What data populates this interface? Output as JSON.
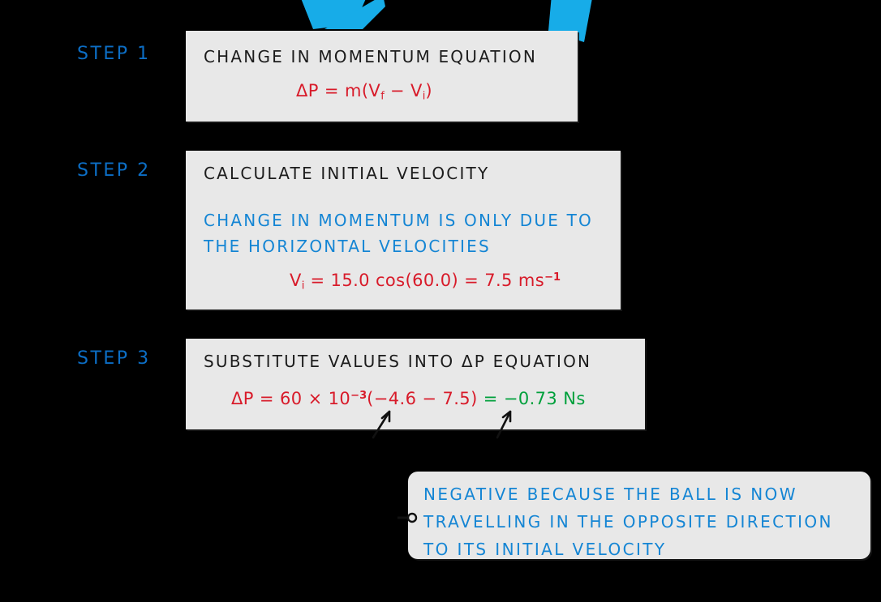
{
  "background_color": "#000000",
  "panel_color": "#e8e8e8",
  "accent_colors": {
    "step_label_blue": "#0c6ec5",
    "note_blue": "#1485d4",
    "equation_red": "#d81b2a",
    "answer_green": "#00a03c",
    "decor_blue": "#17ace8"
  },
  "steps": [
    {
      "label": "STEP  1",
      "title": "CHANGE  IN  MOMENTUM  EQUATION",
      "equation": {
        "prefix": "ΔP = m(V",
        "sub1": "f",
        "mid": " − V",
        "sub2": "i",
        "suffix": ")"
      }
    },
    {
      "label": "STEP  2",
      "title": "CALCULATE  INITIAL  VELOCITY",
      "note_lines": [
        "CHANGE  IN  MOMENTUM  IS  ONLY  DUE  TO",
        "THE  HORIZONTAL  VELOCITIES"
      ],
      "equation": {
        "prefix": "V",
        "sub1": "i",
        "mid": " = 15.0 cos(60.0) = 7.5 ms",
        "sup1": "−1"
      }
    },
    {
      "label": "STEP  3",
      "title": "SUBSTITUTE  VALUES  INTO  ΔP  EQUATION",
      "equation": {
        "red_part1": "ΔP = 60 × 10",
        "red_sup": "−3",
        "red_part2": "(−4.6 − 7.5)",
        "green_part": " = −0.73 Ns"
      }
    }
  ],
  "callout": {
    "lines": [
      "NEGATIVE   BECAUSE  THE  BALL  IS  NOW",
      "TRAVELLING  IN  THE  OPPOSITE  DIRECTION",
      "TO  ITS  INITIAL  VELOCITY"
    ]
  }
}
